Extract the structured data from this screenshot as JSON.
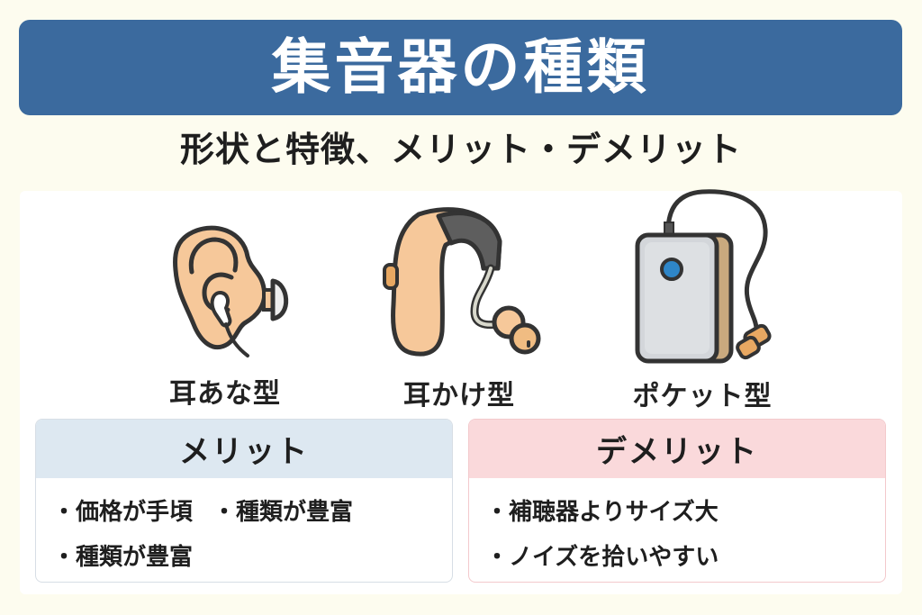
{
  "header": {
    "title": "集音器の種類",
    "subtitle": "形状と特徴、メリット・デメリット"
  },
  "types": [
    {
      "label": "耳あな型",
      "icon": "in-ear-hearing-aid-icon"
    },
    {
      "label": "耳かけ型",
      "icon": "behind-the-ear-hearing-aid-icon"
    },
    {
      "label": "ポケット型",
      "icon": "pocket-hearing-aid-icon"
    }
  ],
  "merit": {
    "title": "メリット",
    "bullet": "・",
    "rows": [
      [
        "価格が手頃",
        "種類が豊富"
      ],
      [
        "種類が豊富"
      ]
    ]
  },
  "demerit": {
    "title": "デメリット",
    "bullet": "・",
    "rows": [
      [
        "補聴器よりサイズ大"
      ],
      [
        "ノイズを拾いやすい"
      ]
    ]
  },
  "colors": {
    "background": "#FDFCEF",
    "title_bar": "#3B6A9E",
    "merit_header": "#DDE8F1",
    "demerit_header": "#FAD9DB",
    "skin": "#F6C89A",
    "outline": "#333333",
    "device_gray": "#5E5E5E",
    "device_silver": "#D3D6DA",
    "button_blue": "#2E86C8"
  }
}
